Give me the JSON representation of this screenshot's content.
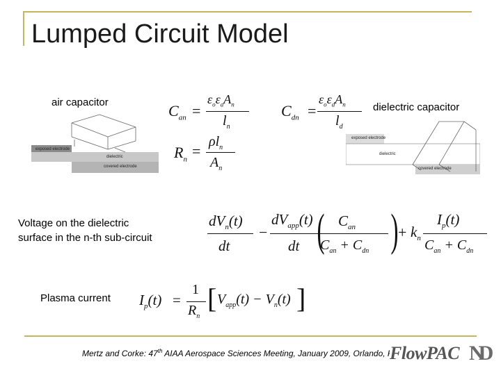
{
  "slide": {
    "title": "Lumped Circuit Model",
    "labels": {
      "air_capacitor": "air capacitor",
      "dielectric_capacitor": "dielectric capacitor",
      "voltage_line1": "Voltage on the dielectric",
      "voltage_line2": "surface in the n-th sub-circuit",
      "plasma_current": "Plasma current"
    },
    "diagram_air": {
      "exposed": "exposed electrode",
      "dielectric": "dielectric",
      "covered": "covered electrode"
    },
    "diagram_dielectric": {
      "exposed": "exposed electrode",
      "dielectric": "dielectric",
      "covered": "covered electrode"
    },
    "citation": {
      "prefix": "Mertz and Corke: 47",
      "sup": "th",
      "suffix": " AIAA Aerospace Sciences Meeting, January 2009, Orlando, FL"
    },
    "logo": {
      "text": "FlowPAC",
      "mark": "ND"
    },
    "colors": {
      "accent": "#c9b458",
      "logo": "#555555"
    }
  }
}
